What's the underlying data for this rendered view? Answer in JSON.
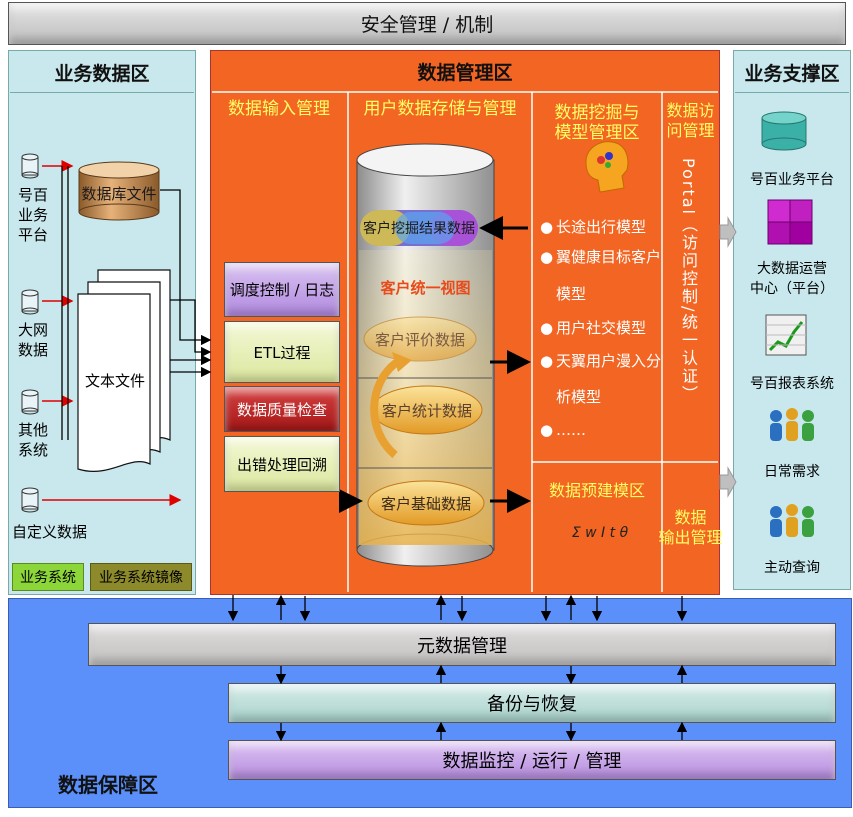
{
  "security": "安全管理 / 机制",
  "business_data": {
    "title": "业务数据区",
    "sources": [
      "号百\n业务\n平台",
      "大网\n数据",
      "其他\n系统",
      "自定义数据"
    ],
    "db_file": "数据库文件",
    "text_file": "文本文件",
    "legend": [
      "业务系统",
      "业务系统镜像"
    ]
  },
  "management": {
    "title": "数据管理区",
    "input": {
      "title": "数据输入管理",
      "steps": [
        "调度控制 / 日志",
        "ETL过程",
        "数据质量检查",
        "出错处理回溯"
      ]
    },
    "storage": {
      "title": "用户数据存储与管理",
      "mining_result": "客户挖掘结果数据",
      "unified_view": "客户统一视图",
      "evaluation": "客户评价数据",
      "statistics": "客户统计数据",
      "basic": "客户基础数据"
    },
    "mining": {
      "title": "数据挖掘与\n模型管理区",
      "models": [
        "长途出行模型",
        "翼健康目标客户\n模型",
        "用户社交模型",
        "天翼用户漫入分\n析模型",
        "……"
      ]
    },
    "access": {
      "title": "数据访\n问管理",
      "portal": "Portal（访问控制/统一认证）"
    },
    "warehouse": {
      "title": "数据预建模区",
      "formula": "Σ w I t θ"
    },
    "output": {
      "title": "数据\n输出管理"
    }
  },
  "support": {
    "title": "业务支撑区",
    "items": [
      "号百业务平台",
      "大数据运营\n中心（平台）",
      "号百报表系统",
      "日常需求",
      "主动查询"
    ],
    "icons": [
      "database-cylinder-icon",
      "cube-icon",
      "chart-report-icon",
      "people-group-icon",
      "people-group-icon"
    ]
  },
  "guarantee": {
    "title": "数据保障区",
    "bars": [
      "元数据管理",
      "备份与恢复",
      "数据监控 / 运行 / 管理"
    ]
  },
  "colors": {
    "orange": "#F26522",
    "lightblue": "#C9E8ED",
    "blue": "#5B8FF9",
    "purple": "#C8A2E8",
    "gray": "#C8C8C8",
    "teal": "#B8DDD9"
  }
}
